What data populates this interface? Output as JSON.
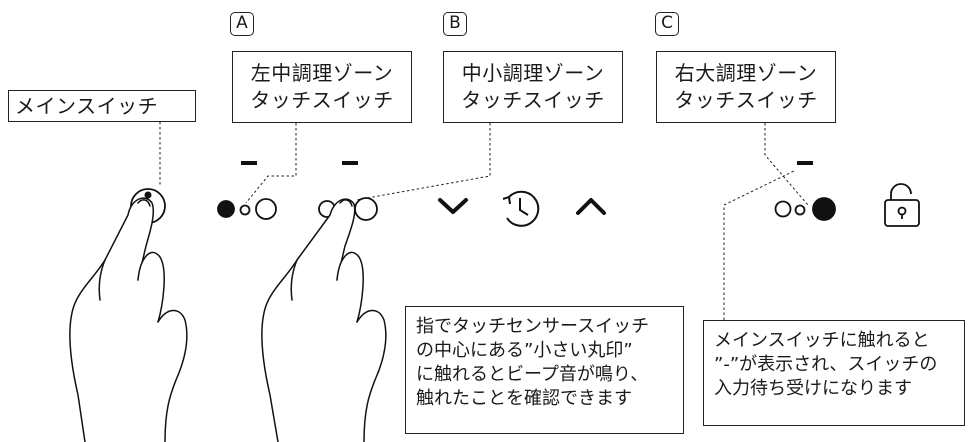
{
  "labels": {
    "main_switch": "メインスイッチ",
    "a": {
      "badge": "A",
      "line1": "左中調理ゾーン",
      "line2": "タッチスイッチ"
    },
    "b": {
      "badge": "B",
      "line1": "中小調理ゾーン",
      "line2": "タッチスイッチ"
    },
    "c": {
      "badge": "C",
      "line1": "右大調理ゾーン",
      "line2": "タッチスイッチ"
    }
  },
  "notes": {
    "touch": {
      "line1": "指でタッチセンサースイッチ",
      "line2": "の中心にある”小さい丸印”",
      "line3": "に触れるとビープ音が鳴り、",
      "line4": "触れたことを確認できます"
    },
    "main": {
      "line1": "メインスイッチに触れると",
      "line2": "”-”が表示され、スイッチの",
      "line3": "入力待ち受けになります"
    }
  },
  "indicator_dash": "-",
  "icons": [
    "power-switch-icon",
    "zone-indicator-icon",
    "chevron-down-icon",
    "timer-icon",
    "chevron-up-icon",
    "lock-icon",
    "finger-icon"
  ]
}
